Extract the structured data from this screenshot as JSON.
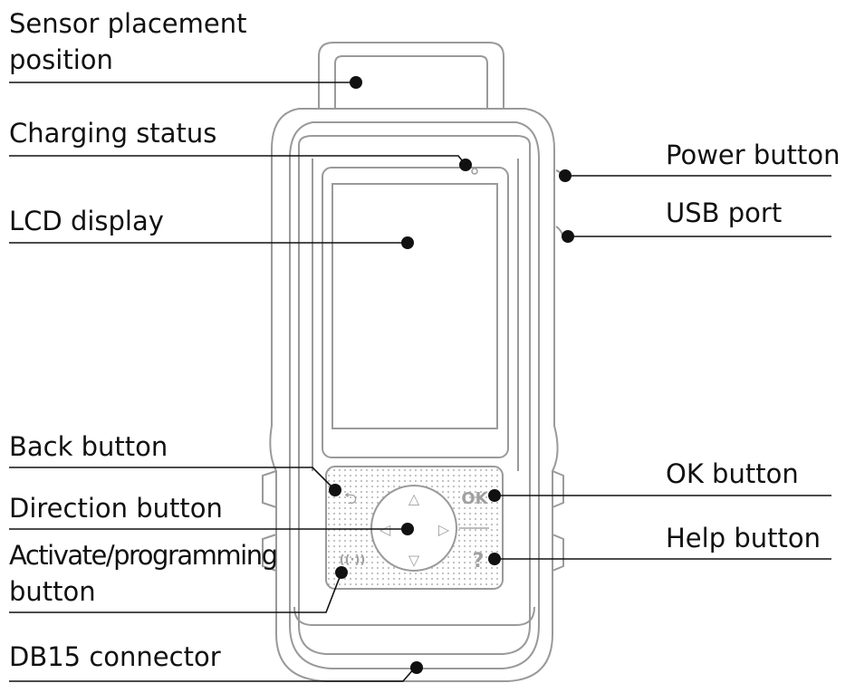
{
  "labels": {
    "sensor_placement": [
      "Sensor placement",
      "position"
    ],
    "charging_status": "Charging status",
    "lcd_display": "LCD display",
    "back_button": "Back button",
    "direction_button": "Direction button",
    "activate_programming": [
      "Activate/programming",
      "button"
    ],
    "db15_connector": "DB15 connector",
    "power_button": "Power button",
    "usb_port": "USB port",
    "ok_button": "OK button",
    "help_button": "Help button"
  },
  "keypad": {
    "ok_glyph": "OK",
    "help_glyph": "?",
    "up_glyph": "△",
    "down_glyph": "▽",
    "left_glyph": "◁",
    "right_glyph": "▷",
    "back_glyph": "⮌",
    "activate_glyph": "((·))"
  },
  "colors": {
    "outline": "#9a9a9a",
    "leader": "#111111",
    "keypad_dots": "#bdbdbd"
  }
}
